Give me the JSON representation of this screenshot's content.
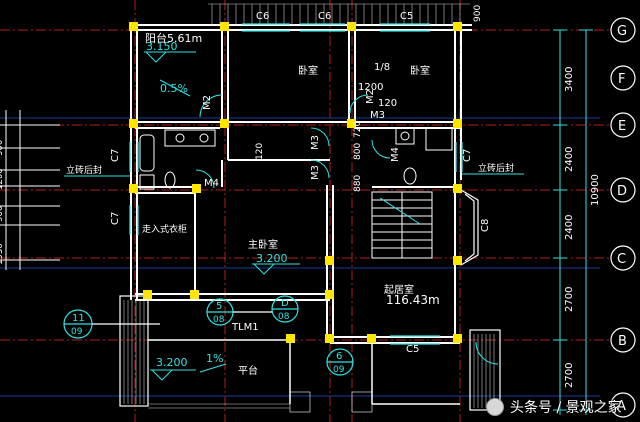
{
  "floor_plan": {
    "rooms": {
      "balcony_top": "阳台5.61m",
      "bedroom_1": "卧室",
      "bedroom_2": "卧室",
      "master_bedroom": "主卧室",
      "living_room": "起居室",
      "walk_in_closet": "走入式衣柜",
      "platform": "平台"
    },
    "areas": {
      "living_room": "116.43m"
    },
    "elevations": {
      "balcony": "3.150",
      "master_bedroom": "3.200",
      "platform": "3.200"
    },
    "slopes": {
      "balcony": "0.5%",
      "platform": "1%"
    },
    "notes": {
      "left": "立砖后封",
      "right": "立砖后封"
    },
    "window_tags": [
      "C6",
      "C6",
      "C5",
      "C7",
      "C7",
      "C7",
      "C8",
      "C5"
    ],
    "door_tags": [
      "M2",
      "M4",
      "M3",
      "M3",
      "M3",
      "M4",
      "M2",
      "TLM1"
    ],
    "section_marks": [
      {
        "num": "11",
        "sheet": "09"
      },
      {
        "num": "5",
        "sheet": "08"
      },
      {
        "num": "D",
        "sheet": "08"
      },
      {
        "num": "6",
        "sheet": "09"
      },
      {
        "num": "1/8",
        "sheet": ""
      }
    ],
    "inner_dims": [
      "1200",
      "120",
      "120",
      "880",
      "800",
      "720",
      "900"
    ],
    "axes_right": [
      "G",
      "F",
      "E",
      "D",
      "C",
      "B",
      "A"
    ],
    "dims_right": [
      "3400",
      "2400",
      "2400",
      "2700",
      "2700"
    ],
    "total_right": "10900",
    "watermark": "头条号 / 景观之家"
  }
}
